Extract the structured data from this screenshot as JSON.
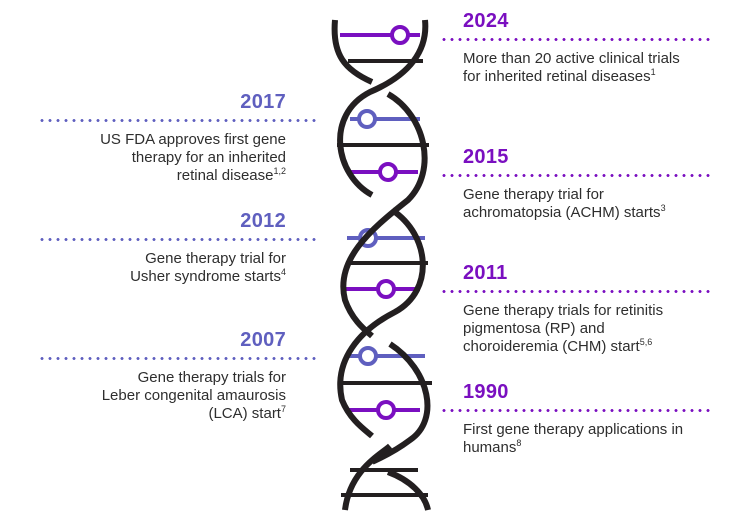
{
  "colors": {
    "purple": "#7a0fc0",
    "periwinkle": "#5f5fbf",
    "helix": "#231f20",
    "text": "#2e2e2e"
  },
  "timeline": {
    "events": [
      {
        "year": "2024",
        "text": "More than 20 active clinical trials for inherited retinal diseases",
        "ref": "1",
        "side": "right",
        "color": "purple"
      },
      {
        "year": "2017",
        "text": "US FDA approves first gene therapy for an inherited retinal disease",
        "ref": "1,2",
        "side": "left",
        "color": "periwinkle"
      },
      {
        "year": "2015",
        "text": "Gene therapy trial for achromatopsia (ACHM) starts",
        "ref": "3",
        "side": "right",
        "color": "purple"
      },
      {
        "year": "2012",
        "text": "Gene therapy trial for Usher syndrome starts",
        "ref": "4",
        "side": "left",
        "color": "periwinkle"
      },
      {
        "year": "2011",
        "text": "Gene therapy trials for retinitis pigmentosa (RP) and choroideremia (CHM) start",
        "ref": "5,6",
        "side": "right",
        "color": "purple"
      },
      {
        "year": "2007",
        "text": "Gene therapy trials for Leber congenital amaurosis (LCA) start",
        "ref": "7",
        "side": "left",
        "color": "periwinkle"
      },
      {
        "year": "1990",
        "text": "First gene therapy applications in humans",
        "ref": "8",
        "side": "right",
        "color": "purple"
      }
    ]
  },
  "e2024": {
    "year": "2024",
    "line1": "More than 20 active clinical trials",
    "line2": "for inherited retinal diseases",
    "ref": "1"
  },
  "e2017": {
    "year": "2017",
    "line1": "US FDA approves first gene",
    "line2": "therapy for an inherited",
    "line3": "retinal disease",
    "ref": "1,2"
  },
  "e2015": {
    "year": "2015",
    "line1": "Gene therapy trial for",
    "line2": "achromatopsia (ACHM) starts",
    "ref": "3"
  },
  "e2012": {
    "year": "2012",
    "line1": "Gene therapy trial for",
    "line2": "Usher syndrome starts",
    "ref": "4"
  },
  "e2011": {
    "year": "2011",
    "line1": "Gene therapy trials for retinitis",
    "line2": "pigmentosa (RP) and",
    "line3": "choroideremia (CHM) start",
    "ref": "5,6"
  },
  "e2007": {
    "year": "2007",
    "line1": "Gene therapy trials for",
    "line2": "Leber congenital amaurosis",
    "line3": "(LCA) start",
    "ref": "7"
  },
  "e1990": {
    "year": "1990",
    "line1": "First gene therapy applications in",
    "line2": "humans",
    "ref": "8"
  }
}
